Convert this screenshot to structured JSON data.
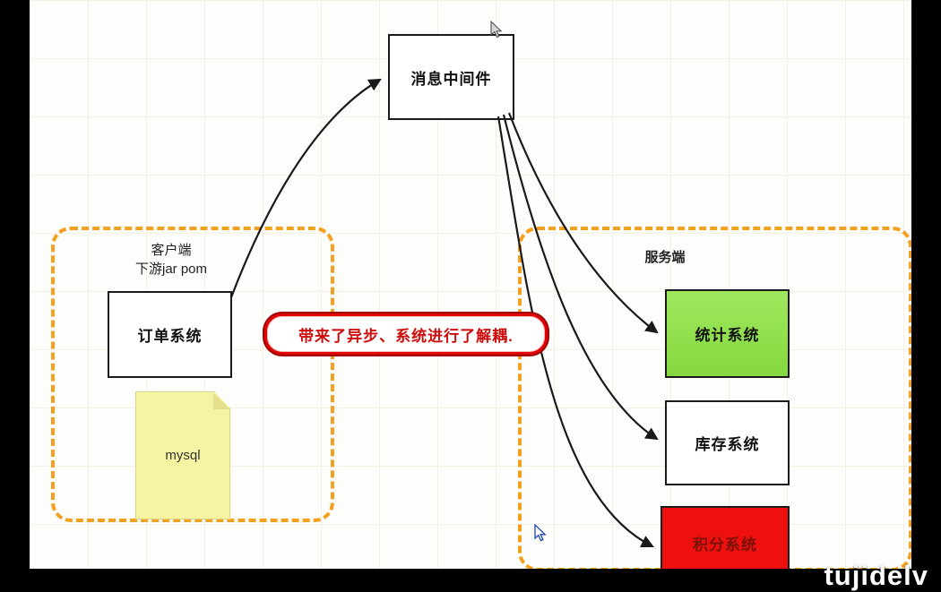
{
  "nodes": {
    "middleware": "消息中间件",
    "order": "订单系统",
    "note": "mysql",
    "stats": "统计系统",
    "inventory": "库存系统",
    "points": "积分系统"
  },
  "groups": {
    "client": {
      "title": "客户端",
      "subtitle": "下游jar pom"
    },
    "server": {
      "title": "服务端"
    }
  },
  "callout": {
    "text": "带来了异步、系统进行了解耦."
  },
  "watermark": "tujidelv",
  "colors": {
    "group_border": "#f59f1f",
    "stats_fill": "#8fe052",
    "points_fill": "#ee0f0f",
    "note_fill": "#f6f4a2",
    "callout_red": "#d40909",
    "arrow": "#1a1a1a"
  }
}
